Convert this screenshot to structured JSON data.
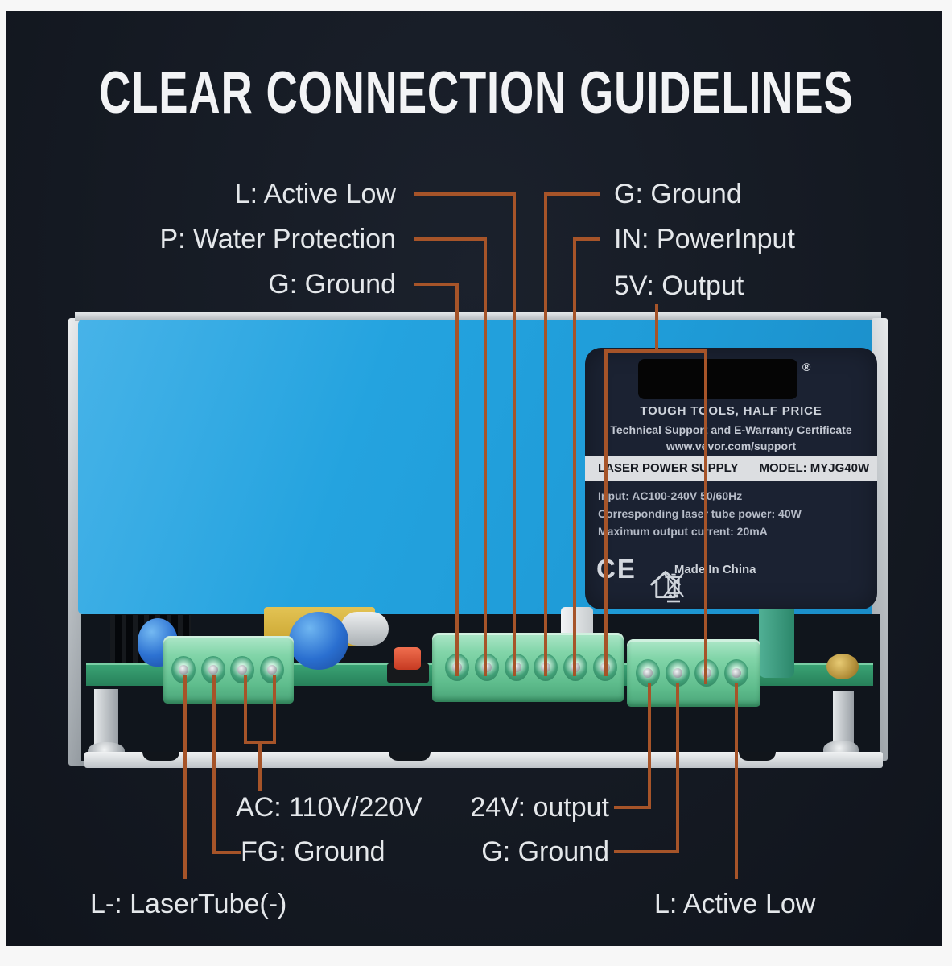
{
  "title": "CLEAR CONNECTION GUIDELINES",
  "annotations": {
    "top_left": [
      "L: Active Low",
      "P: Water Protection",
      "G: Ground"
    ],
    "top_right": [
      "G: Ground",
      "IN: PowerInput",
      "5V: Output"
    ],
    "bottom_left": {
      "ac": "AC: 110V/220V",
      "fg": "FG: Ground",
      "laser_tube": "L-: LaserTube(-)"
    },
    "bottom_right": {
      "v24": "24V: output",
      "ground": "G: Ground",
      "active_low": "L: Active Low"
    }
  },
  "sticker": {
    "registered_mark": "®",
    "tagline": "TOUGH TOOLS, HALF PRICE",
    "support_line": "Technical Support and E-Warranty Certificate",
    "support_url": "www.vevor.com/support",
    "product_name": "LASER POWER SUPPLY",
    "model": "MODEL: MYJG40W",
    "specs": [
      "Input: AC100-240V 50/60Hz",
      "Corresponding laser tube power: 40W",
      "Maximum output current: 20mA"
    ],
    "ce_mark": "CE",
    "origin": "Made In China"
  },
  "colors": {
    "leader_line": "#a65429",
    "case_blue": "#21a0dc",
    "terminal_green": "#7fd3a6",
    "pcb_green": "#2f9066",
    "panel_background": "#151a23",
    "page_border": "#f7f7f7"
  }
}
